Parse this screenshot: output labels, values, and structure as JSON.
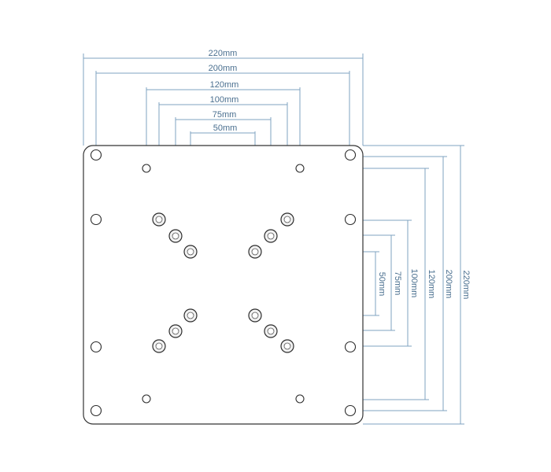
{
  "dimension_labels": {
    "top_220": "220mm",
    "top_200": "200mm",
    "top_120": "120mm",
    "top_100": "100mm",
    "top_75": "75mm",
    "top_50": "50mm",
    "right_50": "50mm",
    "right_75": "75mm",
    "right_100": "100mm",
    "right_120": "120mm",
    "right_200": "200mm",
    "right_220": "220mm"
  },
  "colors": {
    "dimension_line": "#7fa3c1",
    "dimension_text": "#4a6f8f",
    "plate_outline": "#333333"
  }
}
